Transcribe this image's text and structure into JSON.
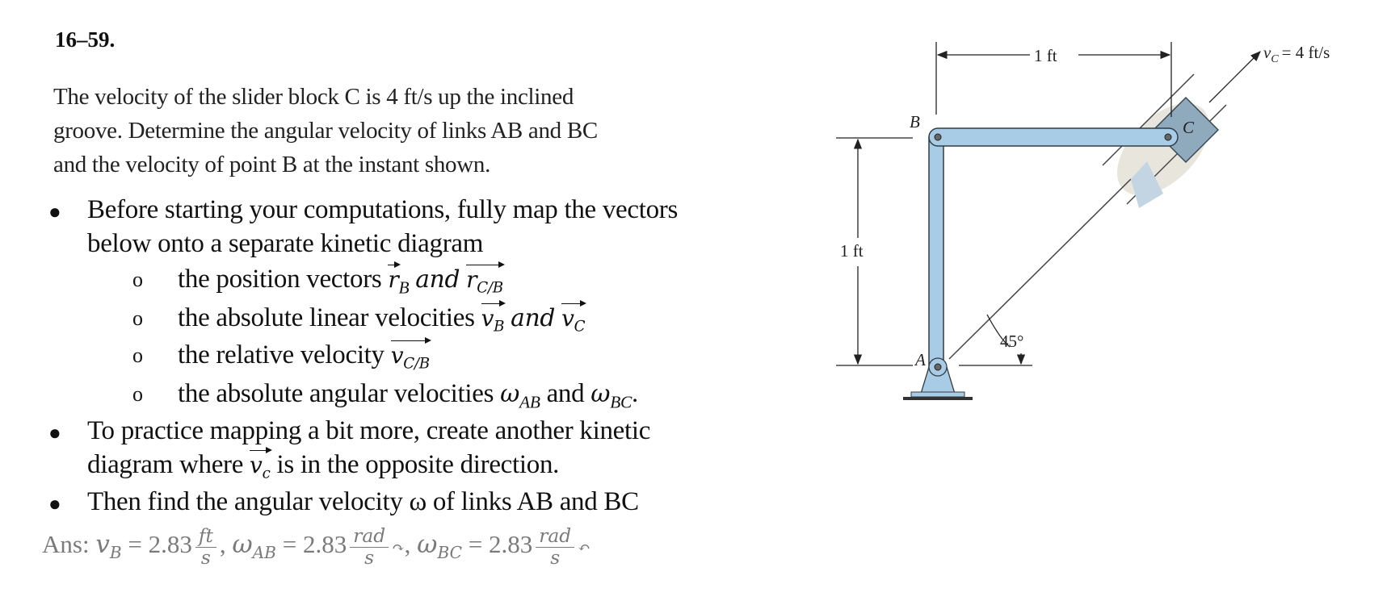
{
  "problem_number": "16–59.",
  "statement_lines": [
    "The velocity of the slider block C is 4 ft/s up the inclined",
    "groove. Determine the angular velocity of links AB and BC",
    "and the velocity of point B at the instant shown."
  ],
  "bullets": [
    {
      "lines": [
        "Before starting your computations, fully map the vectors",
        "below onto a separate kinetic diagram"
      ]
    },
    {
      "lines": [
        "To practice mapping a bit more, create another kinetic",
        "diagram where",
        "is in the opposite direction."
      ]
    },
    {
      "lines": [
        "Then find the angular velocity ω of links AB and BC"
      ]
    }
  ],
  "sub_items": [
    {
      "prefix": "the position vectors",
      "v1": "r",
      "v1sub": "B",
      "join": "and",
      "v2": "r",
      "v2sub": "C/B"
    },
    {
      "prefix": "the absolute linear velocities",
      "v1": "v",
      "v1sub": "B",
      "join": "and",
      "v2": "v",
      "v2sub": "C"
    },
    {
      "prefix": "the relative velocity",
      "v1": "v",
      "v1sub": "C/B"
    },
    {
      "prefix": "the absolute angular velocities",
      "w1": "ω",
      "w1sub": "AB",
      "join": "and",
      "w2": "ω",
      "w2sub": "BC",
      "suffix": "."
    }
  ],
  "bullet2_vec": {
    "sym": "v",
    "sub": "c"
  },
  "answer": {
    "label": "Ans:",
    "vB": {
      "sym": "v",
      "sub": "B",
      "value": "2.83",
      "num": "ft",
      "den": "s"
    },
    "wAB": {
      "sym": "ω",
      "sub": "AB",
      "value": "2.83",
      "num": "rad",
      "den": "s",
      "dir": "clockwise"
    },
    "wBC": {
      "sym": "ω",
      "sub": "BC",
      "value": "2.83",
      "num": "rad",
      "den": "s",
      "dir": "counterclockwise"
    }
  },
  "figure": {
    "label_A": "A",
    "label_B": "B",
    "label_C": "C",
    "dim_horizontal": "1 ft",
    "dim_vertical": "1 ft",
    "angle": "45°",
    "vc_label": "v",
    "vc_sub": "C",
    "vc_value": "= 4 ft/s",
    "link_color": "#a8cce6",
    "block_color": "#8faabd"
  }
}
